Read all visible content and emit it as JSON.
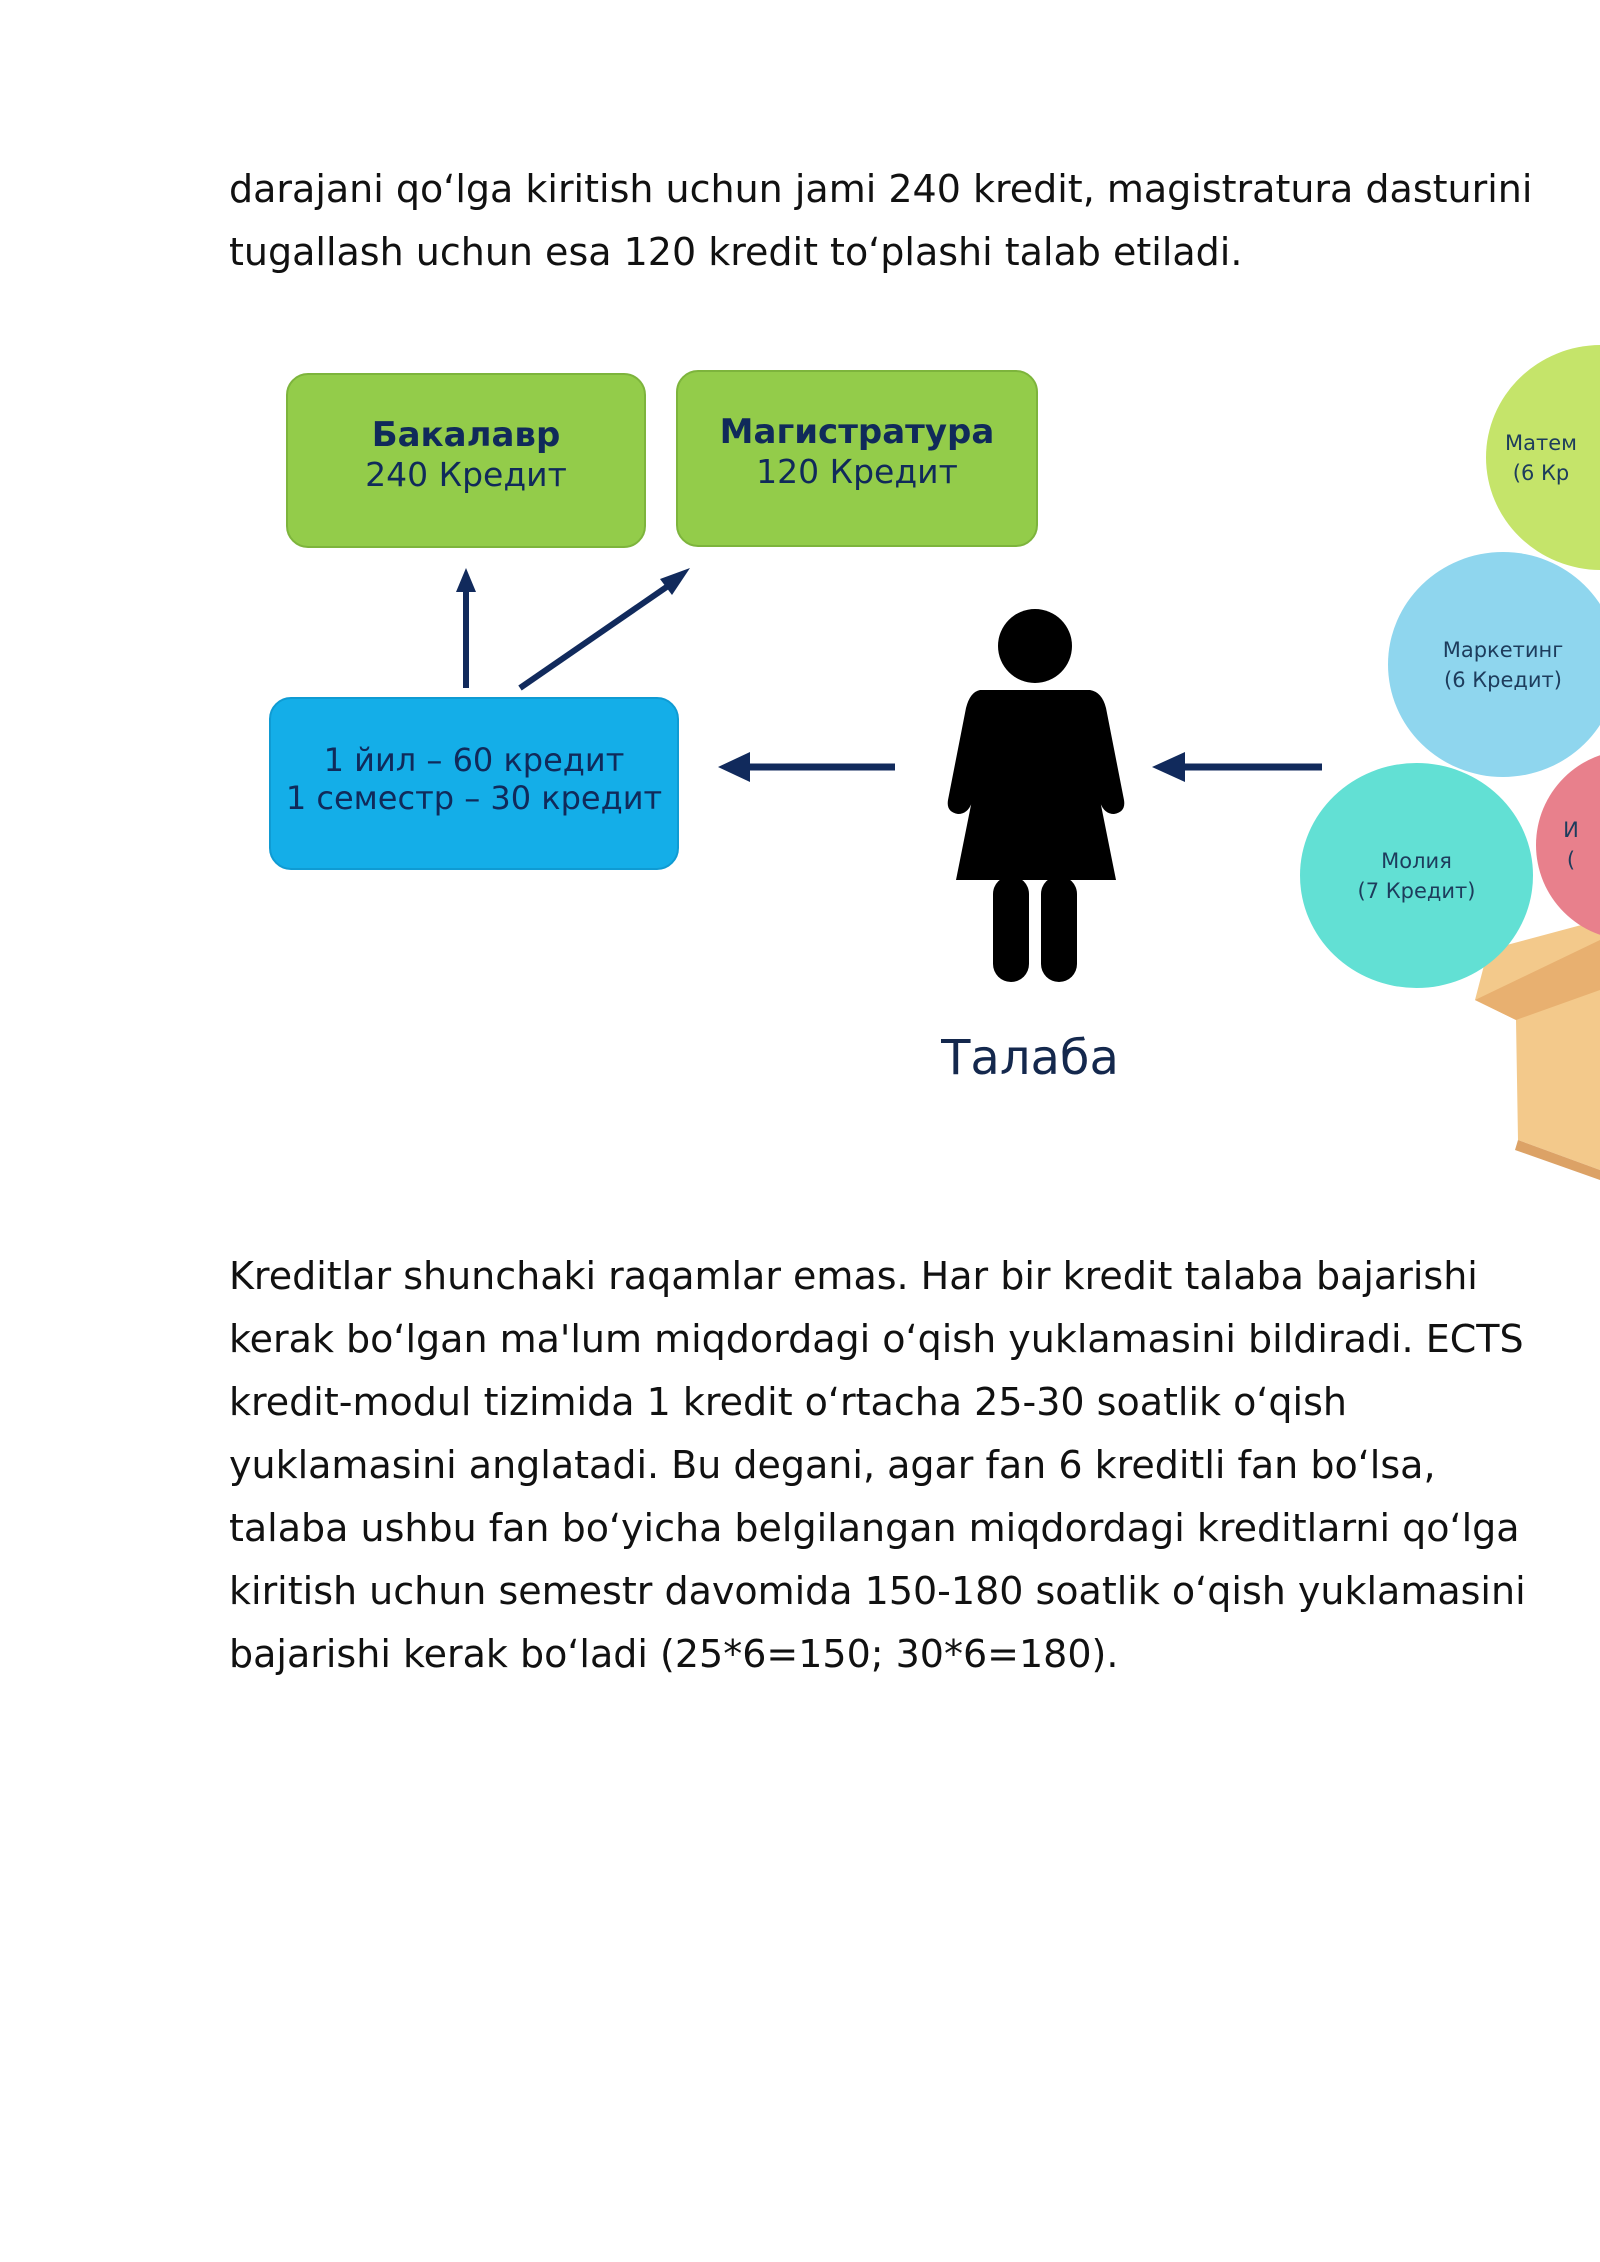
{
  "paragraph1": {
    "lines": [
      "darajani qo‘lga kiritish uchun jami 240 kredit, magistratura dasturini",
      "tugallash uchun esa 120 kredit to‘plashi talab etiladi."
    ]
  },
  "diagram": {
    "bachelor": {
      "title": "Бакалавр",
      "credits": "240 Кредит"
    },
    "master": {
      "title": "Магистратура",
      "credits": "120 Кредит"
    },
    "year": {
      "line1": "1 йил – 60 кредит",
      "line2": "1 семестр – 30 кредит"
    },
    "student_label": "Талаба",
    "subjects": [
      {
        "name": "Матем",
        "credits": "(6 Кр",
        "color": "#c5e46a"
      },
      {
        "name": "Маркетинг",
        "credits": "(6 Кредит)",
        "color": "#8fd6ee"
      },
      {
        "name": "Молия",
        "credits": "(7 Кредит)",
        "color": "#62e0d4"
      },
      {
        "name": "И",
        "credits": "(",
        "color": "#e8808c"
      }
    ],
    "colors": {
      "green_box": "#93cc4a",
      "blue_box": "#14aee8",
      "arrow": "#112a5c"
    }
  },
  "paragraph2": {
    "lines": [
      "Kreditlar shunchaki raqamlar emas. Har bir kredit talaba bajarishi",
      "kerak bo‘lgan ma'lum miqdordagi o‘qish yuklamasini bildiradi. ECTS",
      "kredit-modul tizimida 1 kredit o‘rtacha 25-30 soatlik o‘qish",
      "yuklamasini anglatadi. Bu degani, agar fan 6 kreditli fan bo‘lsa,",
      "talaba ushbu fan bo‘yicha belgilangan miqdordagi kreditlarni qo‘lga",
      "kiritish uchun semestr davomida 150-180 soatlik o‘qish yuklamasini",
      "bajarishi kerak bo‘ladi (25*6=150; 30*6=180)."
    ]
  }
}
